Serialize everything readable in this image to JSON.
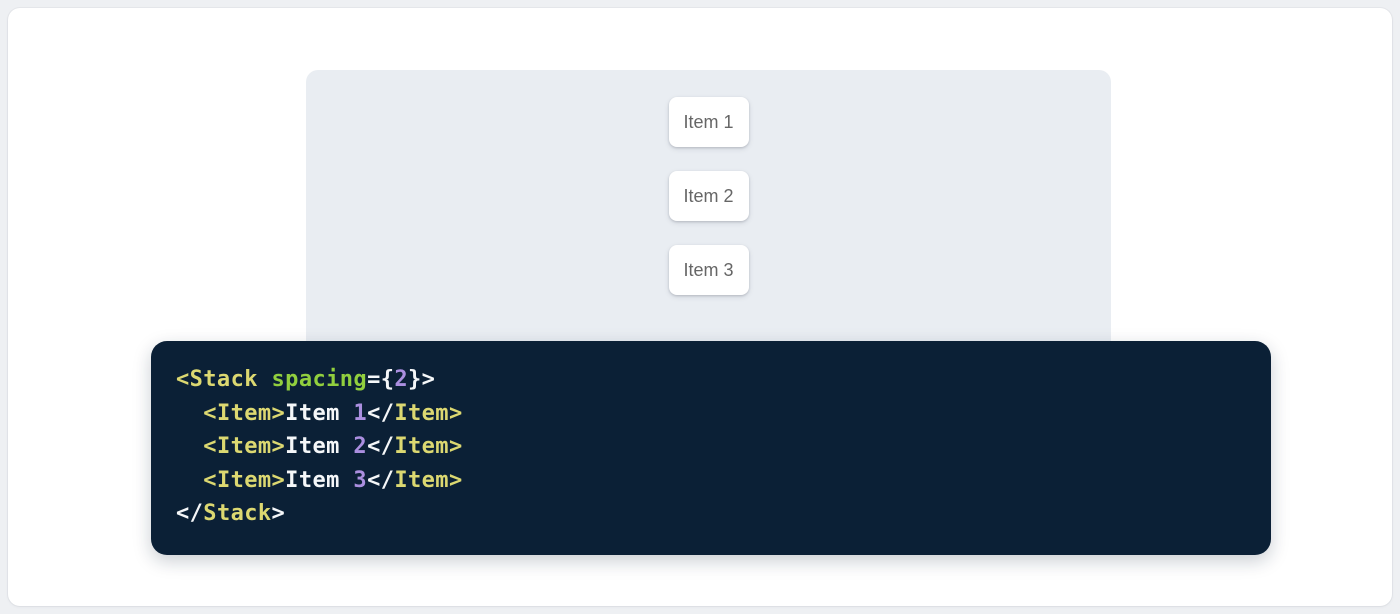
{
  "colors": {
    "page_bg": "#eef0f3",
    "surface": "#ffffff",
    "panel_bg": "#e9edf2",
    "item_text": "#666666",
    "code_bg": "#0b2036",
    "code_plain": "#f5f7f9",
    "code_tag": "#dcd871",
    "code_attr": "#91cf3e",
    "code_number": "#ab8fe0"
  },
  "demo": {
    "items": [
      {
        "label": "Item 1"
      },
      {
        "label": "Item 2"
      },
      {
        "label": "Item 3"
      }
    ]
  },
  "code": {
    "language": "jsx",
    "source": "<Stack spacing={2}>\n  <Item>Item 1</Item>\n  <Item>Item 2</Item>\n  <Item>Item 3</Item>\n</Stack>",
    "lines": [
      [
        {
          "t": "<Stack",
          "c": "tag"
        },
        {
          "t": " ",
          "c": "plain"
        },
        {
          "t": "spacing",
          "c": "attr"
        },
        {
          "t": "={",
          "c": "plain"
        },
        {
          "t": "2",
          "c": "number"
        },
        {
          "t": "}>",
          "c": "plain"
        }
      ],
      [
        {
          "t": "  ",
          "c": "plain"
        },
        {
          "t": "<Item>",
          "c": "tag"
        },
        {
          "t": "Item ",
          "c": "plain"
        },
        {
          "t": "1",
          "c": "number"
        },
        {
          "t": "</",
          "c": "plain"
        },
        {
          "t": "Item>",
          "c": "tag"
        }
      ],
      [
        {
          "t": "  ",
          "c": "plain"
        },
        {
          "t": "<Item>",
          "c": "tag"
        },
        {
          "t": "Item ",
          "c": "plain"
        },
        {
          "t": "2",
          "c": "number"
        },
        {
          "t": "</",
          "c": "plain"
        },
        {
          "t": "Item>",
          "c": "tag"
        }
      ],
      [
        {
          "t": "  ",
          "c": "plain"
        },
        {
          "t": "<Item>",
          "c": "tag"
        },
        {
          "t": "Item ",
          "c": "plain"
        },
        {
          "t": "3",
          "c": "number"
        },
        {
          "t": "</",
          "c": "plain"
        },
        {
          "t": "Item>",
          "c": "tag"
        }
      ],
      [
        {
          "t": "</",
          "c": "plain"
        },
        {
          "t": "Stack",
          "c": "tag"
        },
        {
          "t": ">",
          "c": "plain"
        }
      ]
    ]
  }
}
